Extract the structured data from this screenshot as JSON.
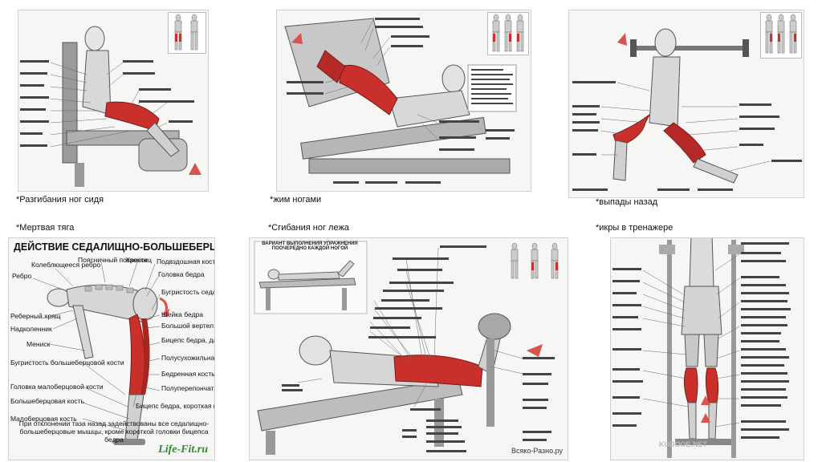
{
  "captions": {
    "leg_extension": "*Разгибания ног сидя",
    "leg_press": "*жим ногами",
    "lunges": "*выпады назад",
    "deadlift": "*Мертвая тяга",
    "leg_curl": "*Сгибания ног лежа",
    "calf_machine": "*икры в тренажере"
  },
  "deadlift_panel": {
    "heading": "ДЕЙСТВИЕ СЕДАЛИЩНО-БОЛЬШЕБЕРЦОВЫХ МЫШЦ",
    "labels_left": [
      "Колеблющееся ребро",
      "Ребро",
      "Реберный хрящ",
      "Надколенник",
      "Мениск",
      "Бугристость большеберцовой кости",
      "Головка малоберцовой кости",
      "Большеберцовая кость",
      "Малоберцовая кость"
    ],
    "labels_top": [
      "Поясничный позвонок",
      "Крестец",
      "Подвздошная кость",
      "Головка бедра"
    ],
    "labels_right": [
      "Бугристость седалищной кости",
      "Шейка бедра",
      "Большой вертел",
      "Бицепс бедра, длинная головка",
      "Полусухожильная мышца",
      "Бедренная кость",
      "Полуперепончатая мышца",
      "Бицепс бедра, короткая головка"
    ],
    "footnote": "При отклонении таза назад задействованы все седалищно-большеберцовые мышцы, кроме короткой головки бицепса бедра",
    "watermark": "Life-Fit.ru"
  },
  "leg_curl_panel": {
    "variant_title": "ВАРИАНТ ВЫПОЛНЕНИЯ УПРАЖНЕНИЯ ПООЧЕРЕДНО КАЖДОЙ НОГОЙ",
    "watermark": "Всяко-Разно.ру"
  },
  "calf_panel": {
    "watermark": "KUDOOE.NET"
  },
  "colors": {
    "muscle_red": "#c9302c",
    "sketch_gray": "#8a8a8a",
    "arrow_red": "#d9534f",
    "watermark_green": "#2e8b2e"
  }
}
